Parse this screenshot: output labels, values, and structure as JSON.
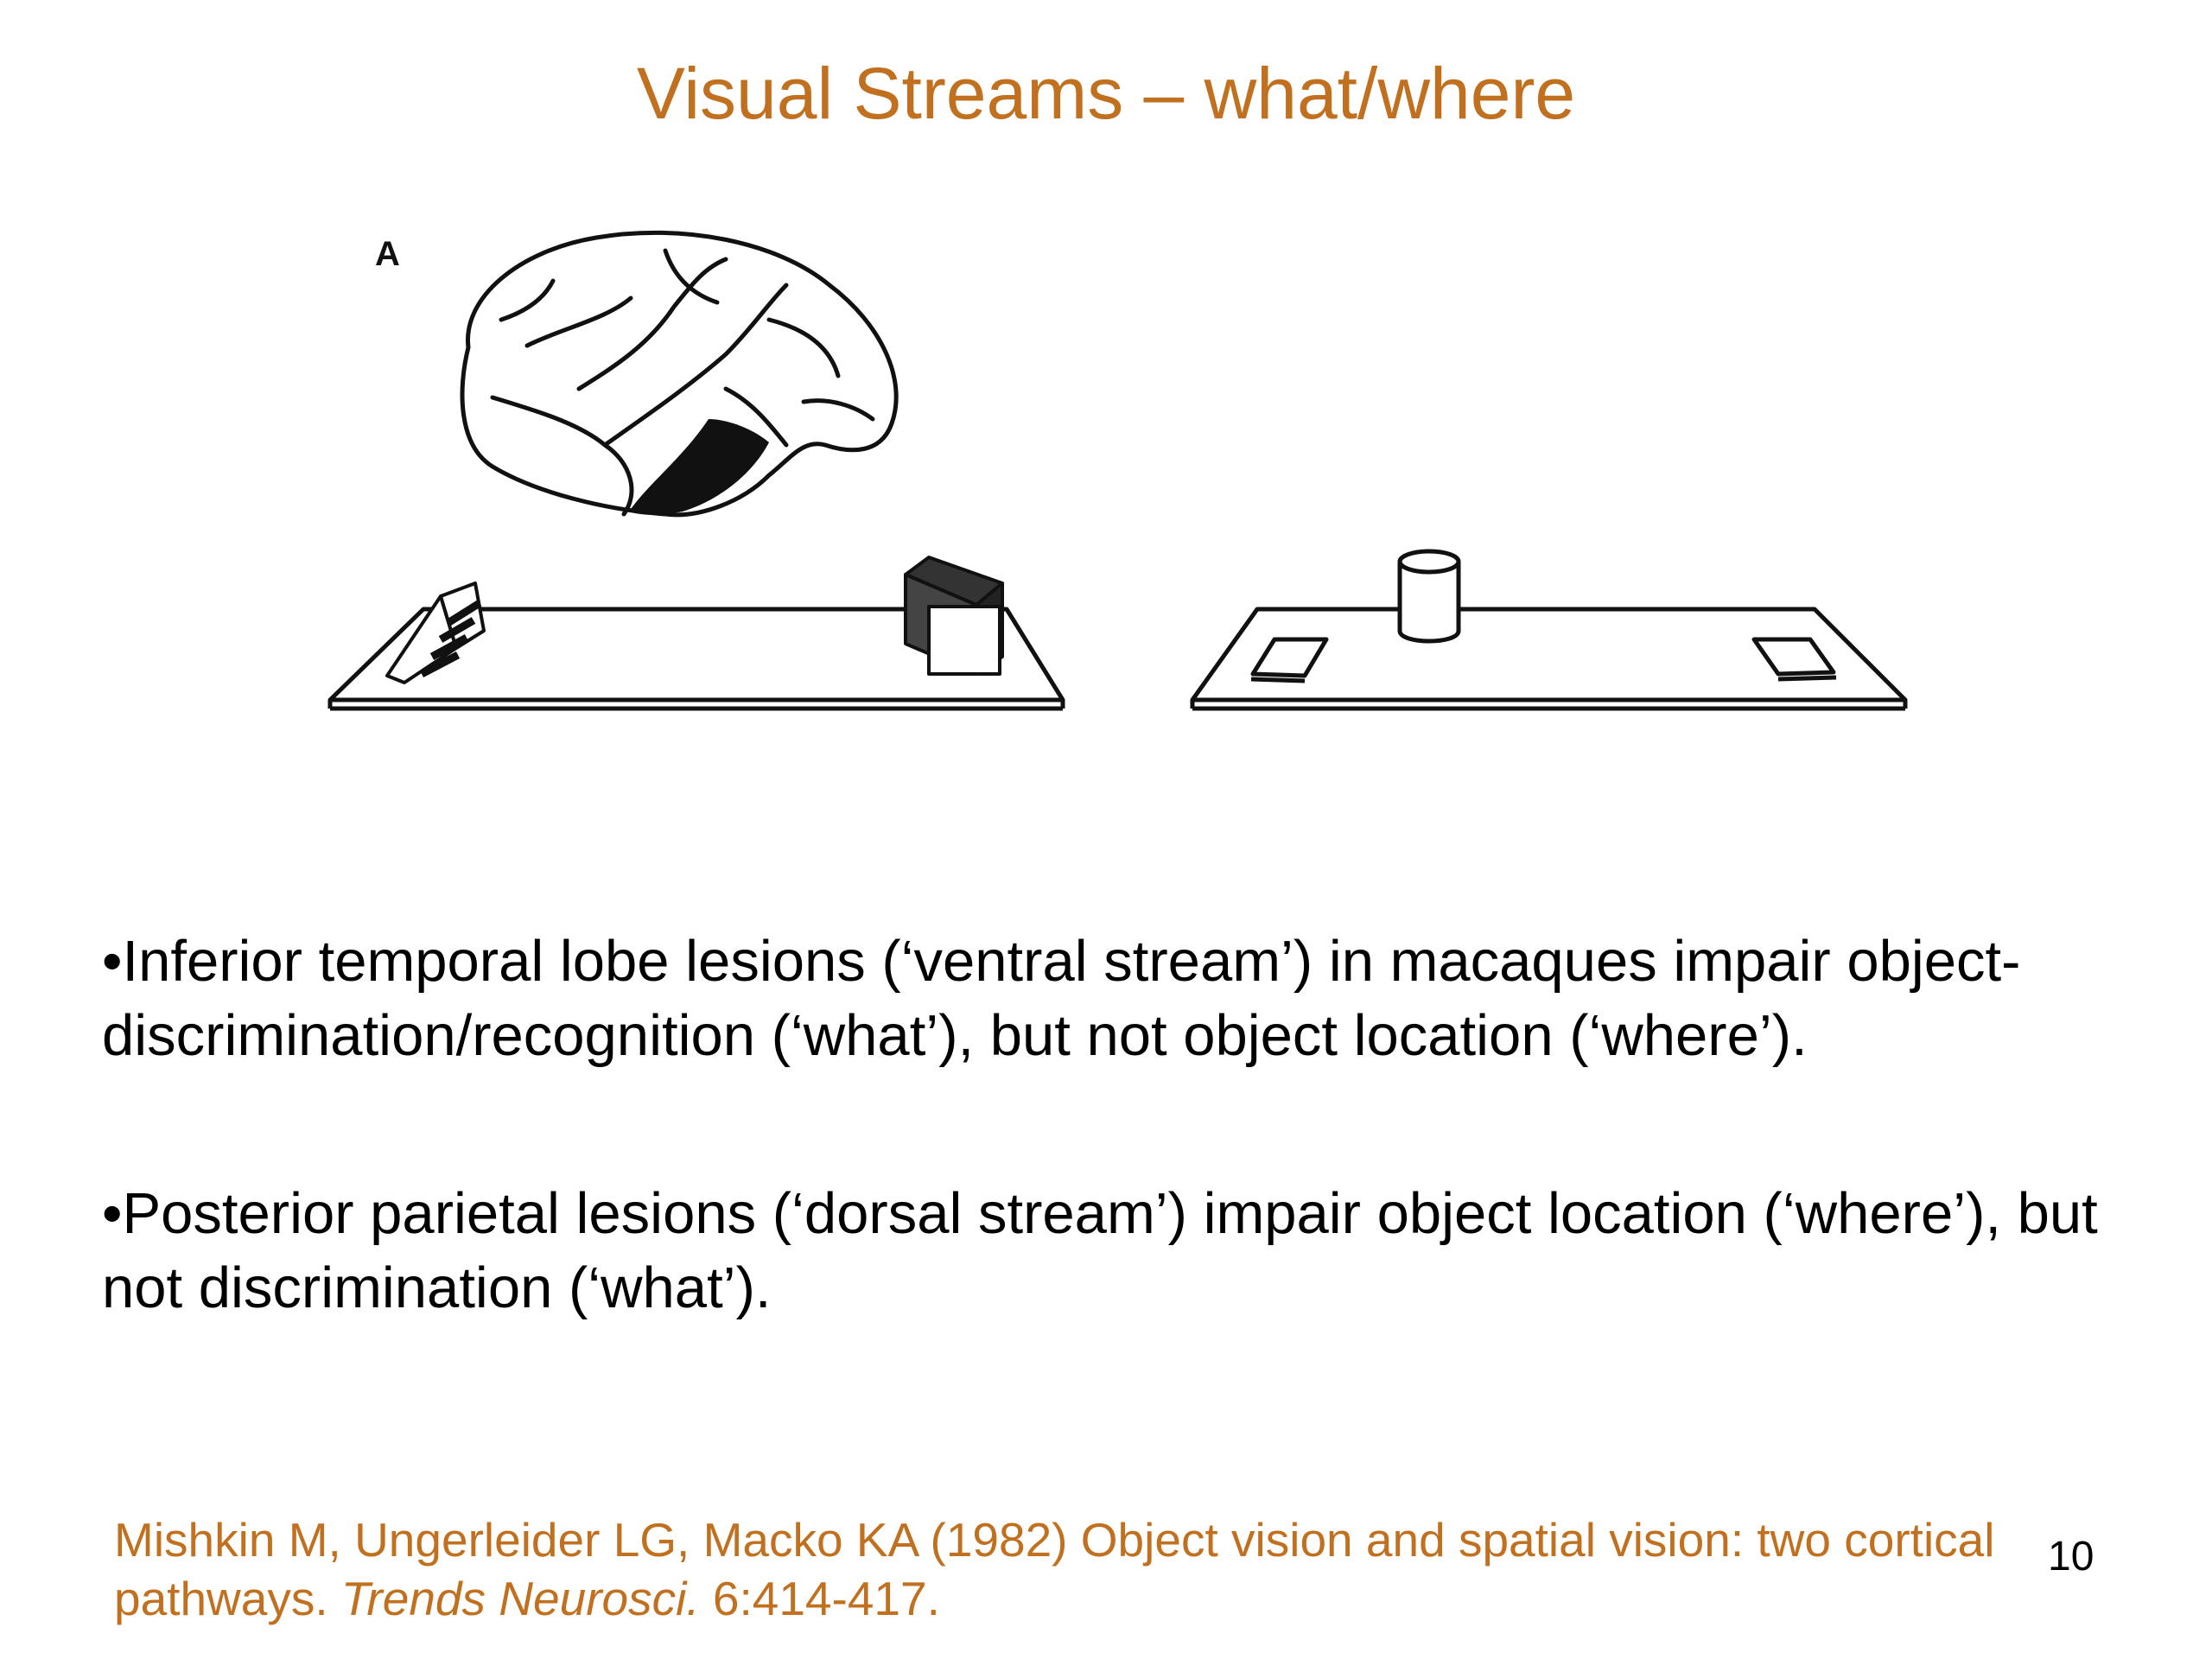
{
  "slide": {
    "title": "Visual Streams – what/where",
    "figure": {
      "panel_label": "A"
    },
    "bullets": [
      "•Inferior temporal lobe lesions (‘ventral stream’) in macaques impair object- discrimination/recognition (‘what’), but not object location (‘where’).",
      "•Posterior parietal lesions (‘dorsal stream’) impair object location (‘where’), but not discrimination (‘what’)."
    ],
    "citation": {
      "prefix": "Mishkin M, Ungerleider LG, Macko KA (1982) Object vision and spatial vision: two cortical pathways. ",
      "journal": "Trends Neurosci.",
      "suffix": " 6:414-417."
    },
    "page_number": "10"
  },
  "colors": {
    "accent": "#c0701e",
    "text": "#000000",
    "background": "#ffffff"
  }
}
